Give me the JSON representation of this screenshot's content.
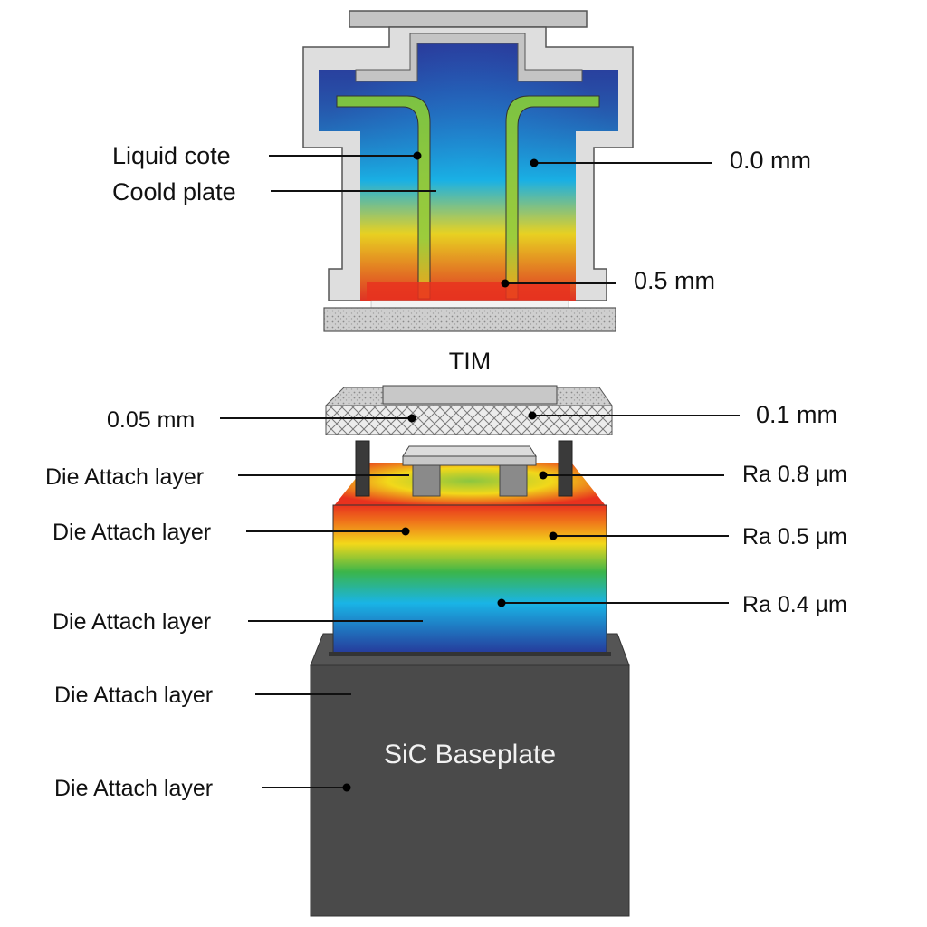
{
  "cold_plate": {
    "labels": {
      "liquid": "Liquid cote",
      "plate": "Coold plate",
      "dim_top": "0.0 mm",
      "dim_bottom": "0.5 mm"
    }
  },
  "tim": {
    "title": "TIM",
    "left_dim": "0.05 mm",
    "right_dim": "0.1 mm"
  },
  "stack": {
    "left_labels": [
      "Die Attach layer",
      "Die Attach layer",
      "Die Attach layer",
      "Die Attach layer",
      "Die Attach layer"
    ],
    "right_labels": [
      "Ra 0.8 µm",
      "Ra 0.5 µm",
      "Ra 0.4 µm"
    ],
    "baseplate": "SiC Baseplate"
  },
  "colors": {
    "hot": "#e8321e",
    "warm": "#f2d81a",
    "mid": "#3bb54a",
    "cool": "#19b4e6",
    "cold": "#2a3a9a",
    "baseplate": "#4a4a4a"
  }
}
